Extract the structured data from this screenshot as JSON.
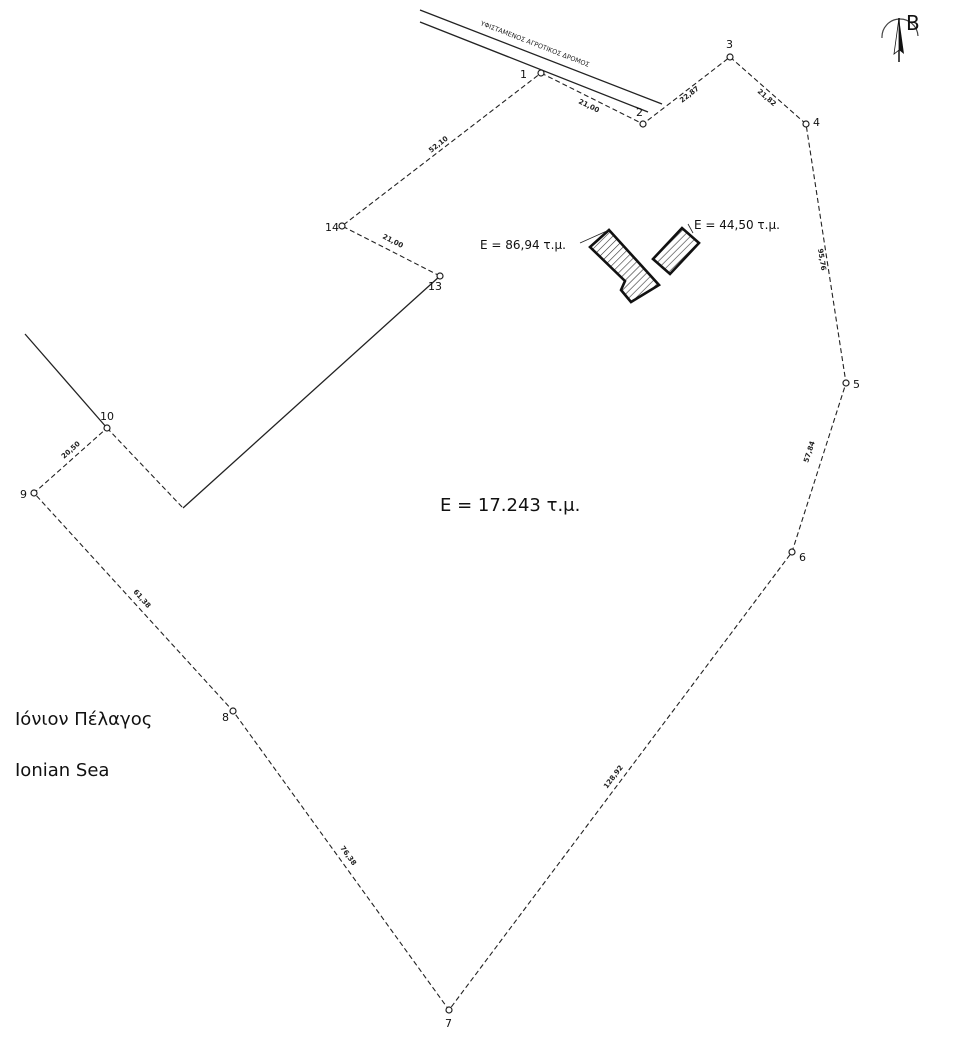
{
  "road_label": "ΥΦΙΣΤΑΜΕΝΟΣ ΑΓΡΟΤΙΚΟΣ ΔΡΟΜΟΣ",
  "north_letter": "B",
  "vertices": [
    "1",
    "2",
    "3",
    "4",
    "5",
    "6",
    "7",
    "8",
    "9",
    "10",
    "13",
    "14"
  ],
  "segment_lengths": {
    "s1_2": "21,00",
    "s2_3": "22,87",
    "s3_4": "21,82",
    "s4_5": "95,76",
    "s5_6": "57,84",
    "s6_7": "128,92",
    "s7_8": "76,38",
    "s8_9": "61,38",
    "s9_10": "20,50",
    "s13_14": "21,00",
    "s14_1": "52,10"
  },
  "buildings": {
    "b1_area": "Ε = 86,94 τ.μ.",
    "b2_area": "Ε = 44,50 τ.μ."
  },
  "total_area": "Ε = 17.243 τ.μ.",
  "sea_label_gr": "Ιόνιον Πέλαγος",
  "sea_label_en": "Ionian Sea"
}
